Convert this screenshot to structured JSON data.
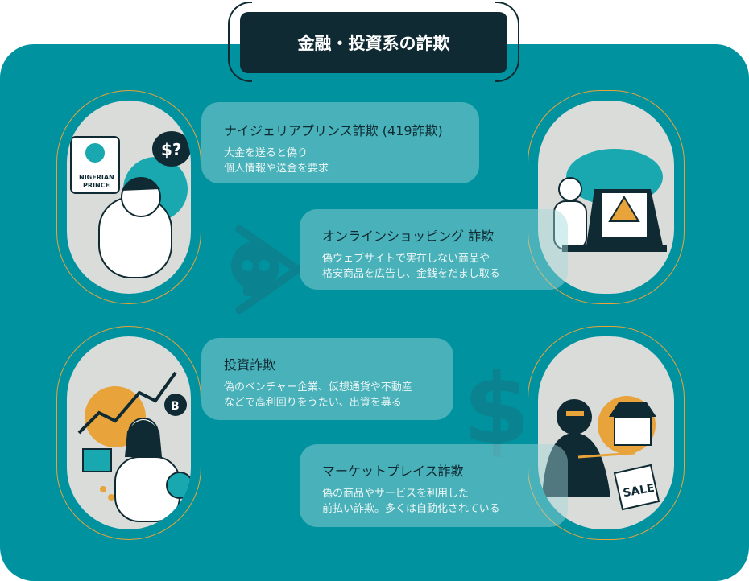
{
  "title": "金融・投資系の詐欺",
  "cards": [
    {
      "title": "ナイジェリアプリンス詐欺 (419詐欺)",
      "lines": [
        "大金を送ると偽り",
        "個人情報や送金を要求"
      ]
    },
    {
      "title": "オンラインショッピング 詐欺",
      "lines": [
        "偽ウェブサイトで実在しない商品や",
        "格安商品を広告し、金銭をだまし取る"
      ]
    },
    {
      "title": "投資詐欺",
      "lines": [
        "偽のベンチャー企業、仮想通貨や不動産",
        "などで高利回りをうたい、出資を募る"
      ]
    },
    {
      "title": "マーケットプレイス詐欺",
      "lines": [
        "偽の商品やサービスを利用した",
        "前払い詐欺。多くは自動化されている"
      ]
    }
  ],
  "illustrations": {
    "sign1": "NIGERIAN",
    "sign2": "PRINCE",
    "bubble": "$?",
    "coin": "B",
    "sale": "SALE"
  },
  "colors": {
    "panel": "#00939f",
    "title_bg": "#0f2a33",
    "accent": "#e8a33a"
  }
}
